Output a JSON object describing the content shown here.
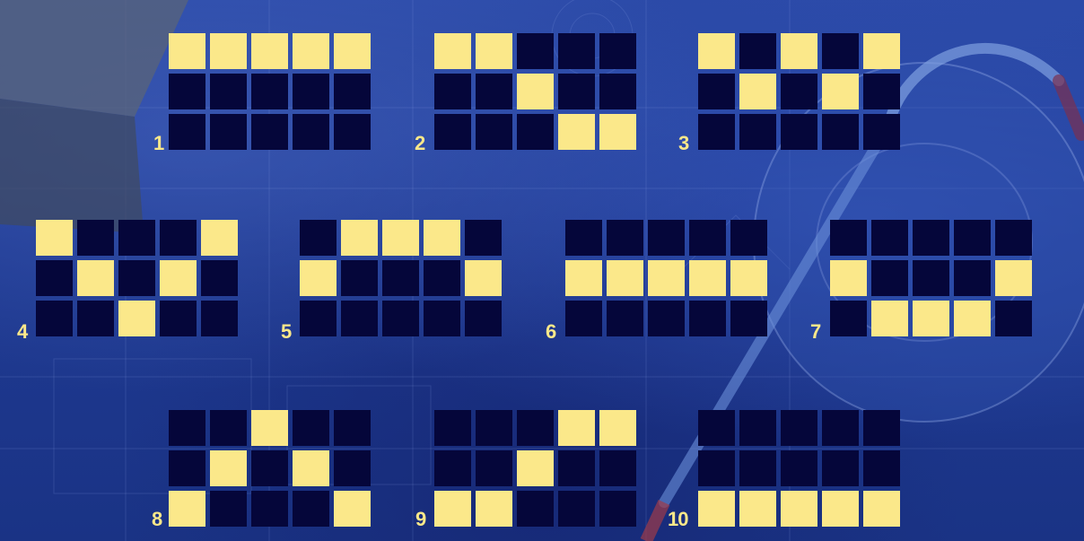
{
  "paylines": [
    {
      "number": "1",
      "pattern": [
        [
          1,
          1,
          1,
          1,
          1
        ],
        [
          0,
          0,
          0,
          0,
          0
        ],
        [
          0,
          0,
          0,
          0,
          0
        ]
      ]
    },
    {
      "number": "2",
      "pattern": [
        [
          1,
          1,
          0,
          0,
          0
        ],
        [
          0,
          0,
          1,
          0,
          0
        ],
        [
          0,
          0,
          0,
          1,
          1
        ]
      ]
    },
    {
      "number": "3",
      "pattern": [
        [
          1,
          0,
          1,
          0,
          1
        ],
        [
          0,
          1,
          0,
          1,
          0
        ],
        [
          0,
          0,
          0,
          0,
          0
        ]
      ]
    },
    {
      "number": "4",
      "pattern": [
        [
          1,
          0,
          0,
          0,
          1
        ],
        [
          0,
          1,
          0,
          1,
          0
        ],
        [
          0,
          0,
          1,
          0,
          0
        ]
      ]
    },
    {
      "number": "5",
      "pattern": [
        [
          0,
          1,
          1,
          1,
          0
        ],
        [
          1,
          0,
          0,
          0,
          1
        ],
        [
          0,
          0,
          0,
          0,
          0
        ]
      ]
    },
    {
      "number": "6",
      "pattern": [
        [
          0,
          0,
          0,
          0,
          0
        ],
        [
          1,
          1,
          1,
          1,
          1
        ],
        [
          0,
          0,
          0,
          0,
          0
        ]
      ]
    },
    {
      "number": "7",
      "pattern": [
        [
          0,
          0,
          0,
          0,
          0
        ],
        [
          1,
          0,
          0,
          0,
          1
        ],
        [
          0,
          1,
          1,
          1,
          0
        ]
      ]
    },
    {
      "number": "8",
      "pattern": [
        [
          0,
          0,
          1,
          0,
          0
        ],
        [
          0,
          1,
          0,
          1,
          0
        ],
        [
          1,
          0,
          0,
          0,
          1
        ]
      ]
    },
    {
      "number": "9",
      "pattern": [
        [
          0,
          0,
          0,
          1,
          1
        ],
        [
          0,
          0,
          1,
          0,
          0
        ],
        [
          1,
          1,
          0,
          0,
          0
        ]
      ]
    },
    {
      "number": "10",
      "pattern": [
        [
          0,
          0,
          0,
          0,
          0
        ],
        [
          0,
          0,
          0,
          0,
          0
        ],
        [
          1,
          1,
          1,
          1,
          1
        ]
      ]
    }
  ],
  "colors": {
    "active_cell": "#fbe88a",
    "inactive_cell": "#05063a",
    "number_text": "#fbe88a",
    "background": "#1e3a8c"
  }
}
